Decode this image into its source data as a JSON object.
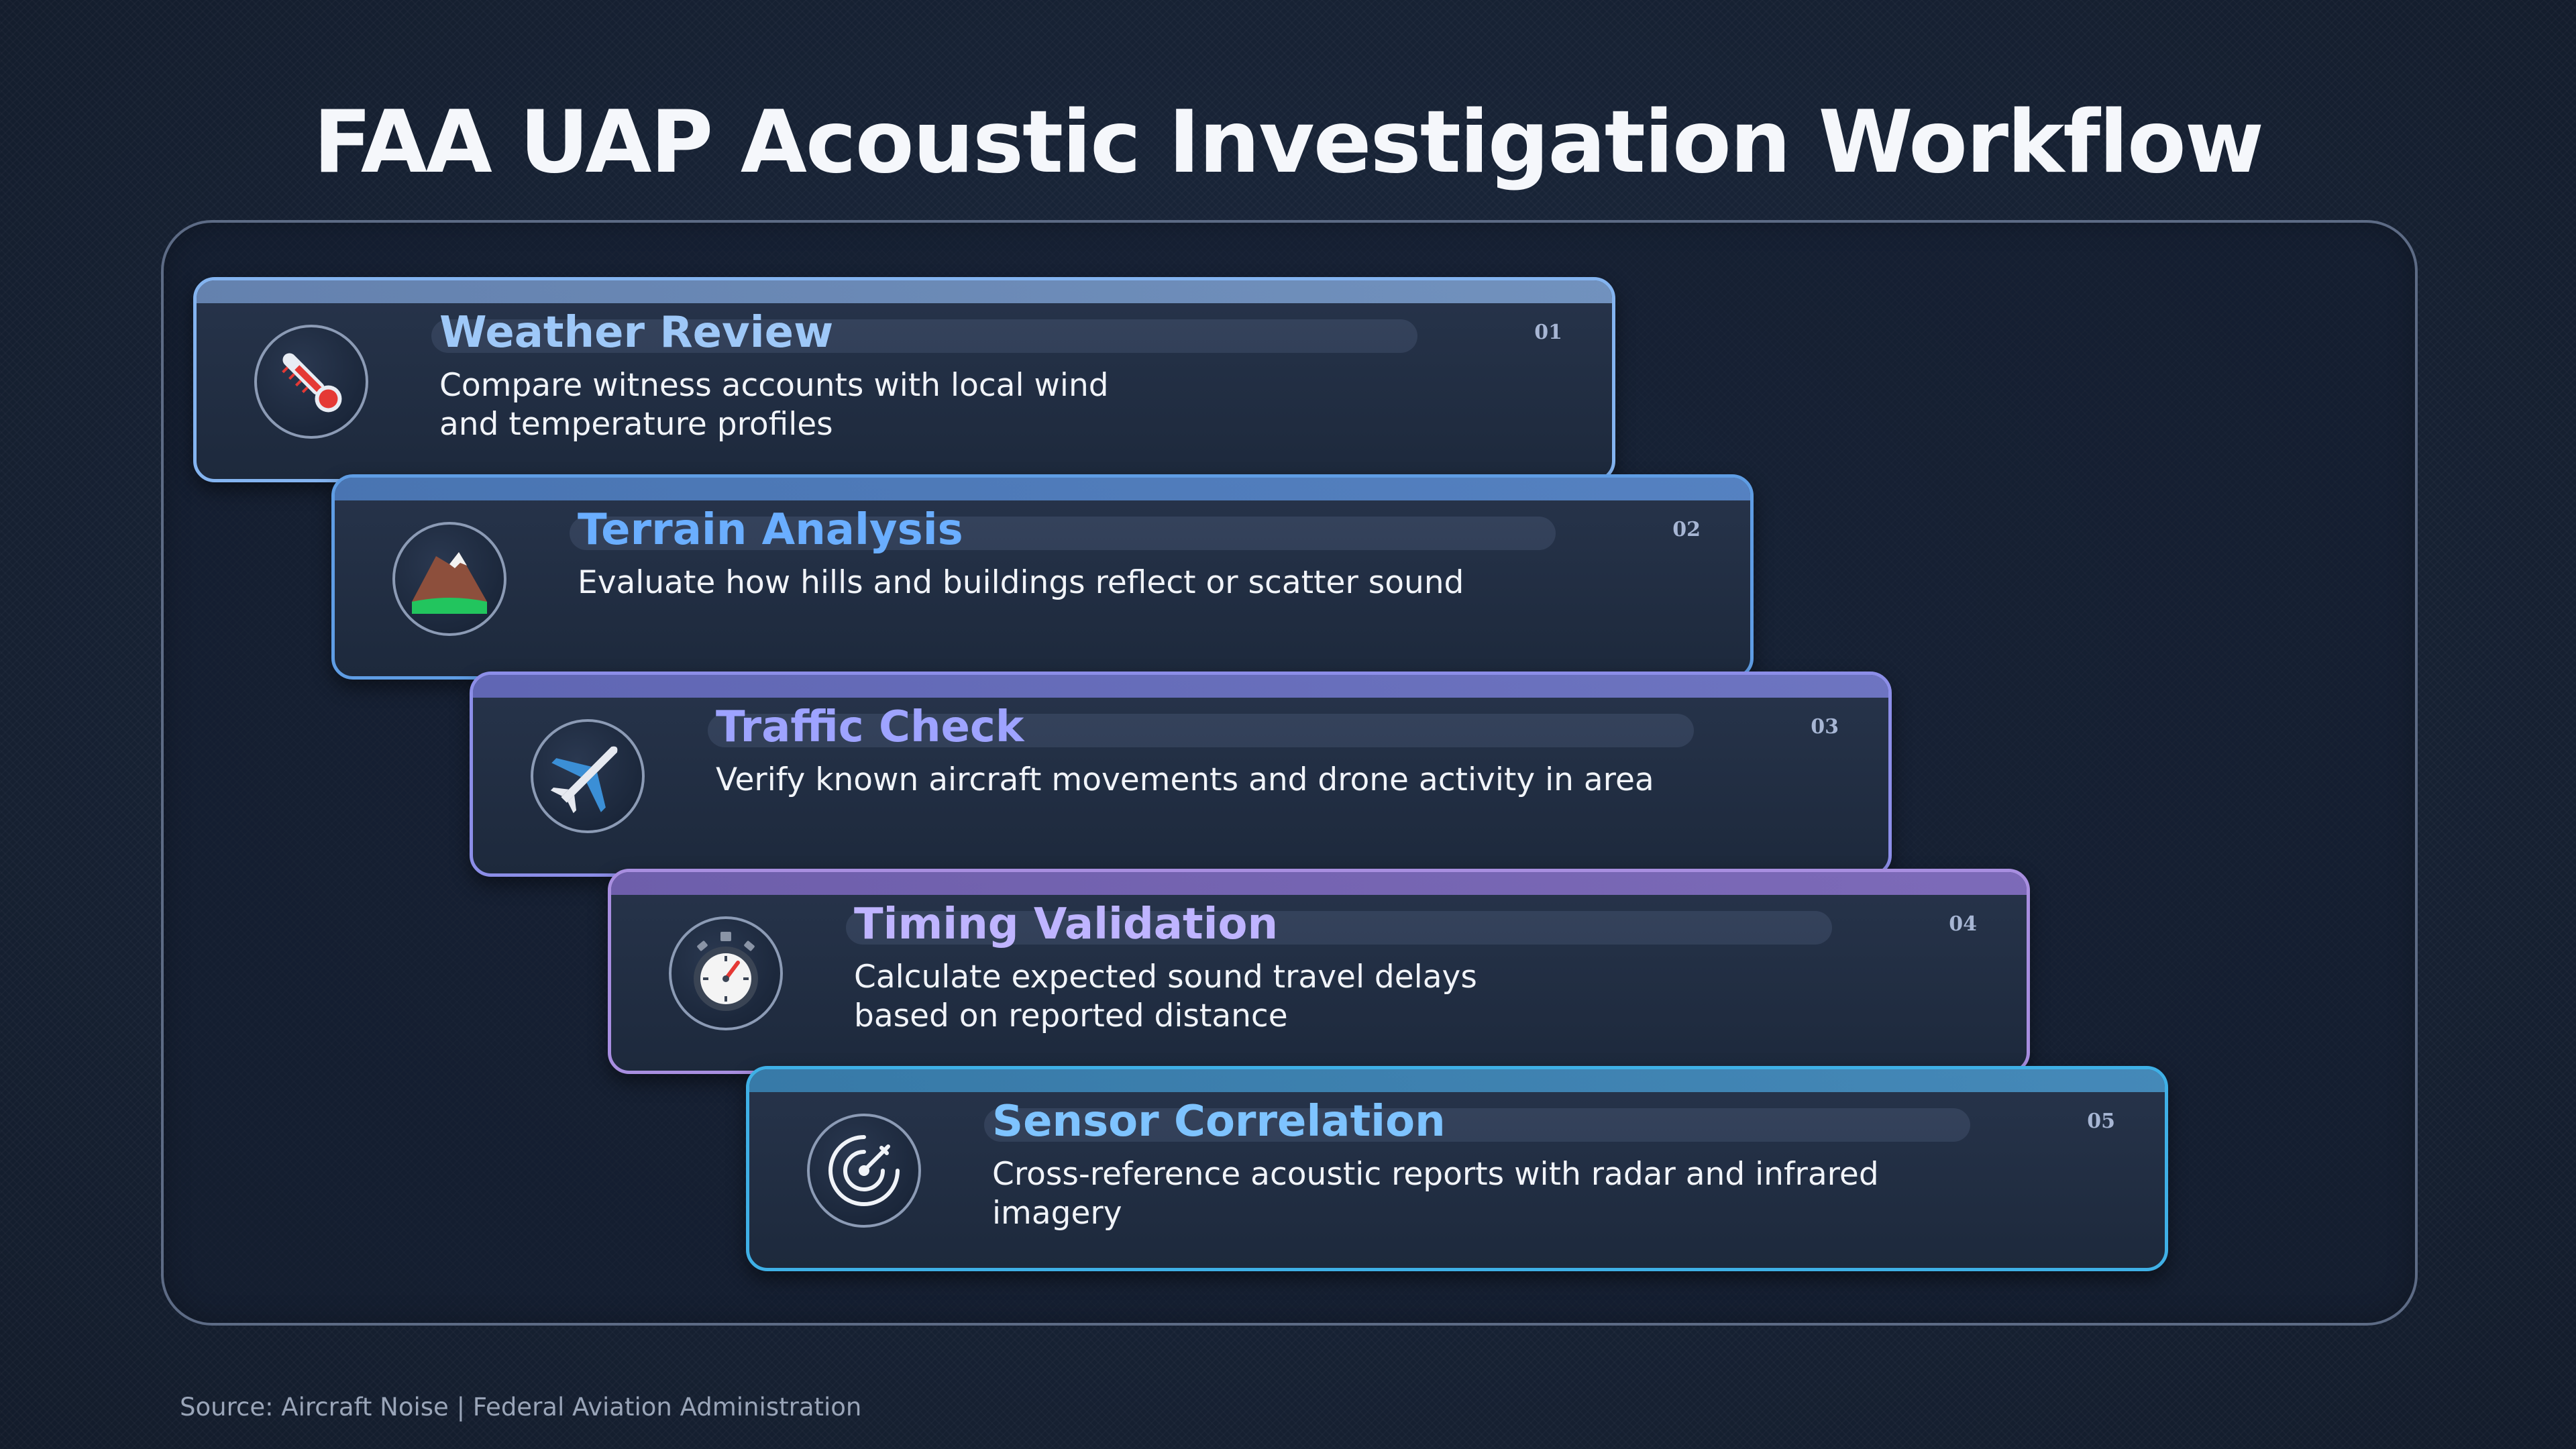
{
  "title": "FAA UAP Acoustic Investigation Workflow",
  "steps": [
    {
      "number": "01",
      "title": "Weather Review",
      "description": "Compare witness accounts with local wind and temperature profiles",
      "icon": "thermometer-icon",
      "accent": "#84b4f0"
    },
    {
      "number": "02",
      "title": "Terrain Analysis",
      "description": "Evaluate how hills and buildings reflect or scatter sound",
      "icon": "mountain-icon",
      "accent": "#5f9de4"
    },
    {
      "number": "03",
      "title": "Traffic Check",
      "description": "Verify known aircraft movements and drone activity in area",
      "icon": "airplane-icon",
      "accent": "#8c8ee8"
    },
    {
      "number": "04",
      "title": "Timing Validation",
      "description": "Calculate expected sound travel delays based on reported distance",
      "icon": "stopwatch-icon",
      "accent": "#a88ee0"
    },
    {
      "number": "05",
      "title": "Sensor Correlation",
      "description": "Cross-reference acoustic reports with radar and infrared imagery",
      "icon": "radar-icon",
      "accent": "#3fb0e6"
    }
  ],
  "source": "Source: Aircraft Noise | Federal Aviation Administration"
}
